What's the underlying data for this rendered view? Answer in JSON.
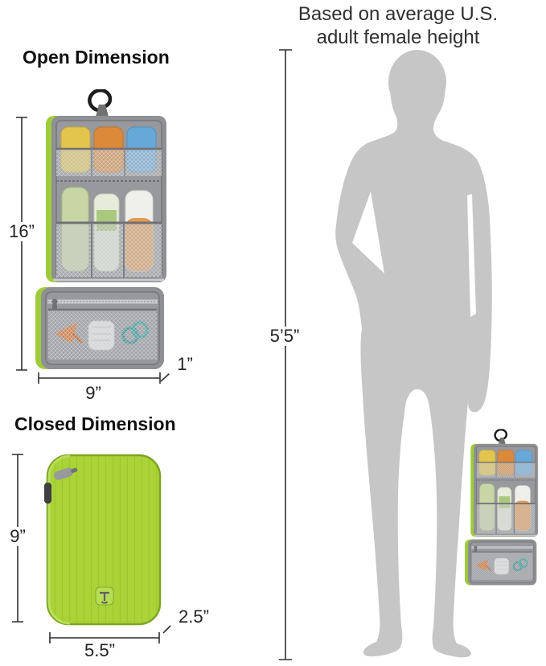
{
  "note": {
    "line1": "Based on average U.S.",
    "line2": "adult female height"
  },
  "open_section": {
    "heading": "Open Dimension",
    "height_label": "16”",
    "width_label": "9”",
    "depth_label": "1”"
  },
  "closed_section": {
    "heading": "Closed Dimension",
    "height_label": "9”",
    "width_label": "5.5”",
    "depth_label": "2.5”"
  },
  "person": {
    "height_label": "5’5”"
  },
  "icons": {
    "hook": "hanging-hook-icon",
    "logo": "brand-logo"
  },
  "colors": {
    "lime_green": "#a9d337",
    "lime_trim": "#9fcb3b",
    "bag_gray": "#8e9093",
    "bag_gray_inner": "#97999c",
    "mesh_gray": "#b5b8bb",
    "silhouette_gray": "#c6c6c6",
    "bottle_yellow": "#e3c44c",
    "bottle_orange": "#db8a3a",
    "bottle_blue": "#66a8d8",
    "bottle_sage": "#c8d6a5",
    "razor_orange": "#e0762e",
    "hair_tie_teal": "#2f8f8f",
    "dimension_line": "#2f2f2f"
  }
}
